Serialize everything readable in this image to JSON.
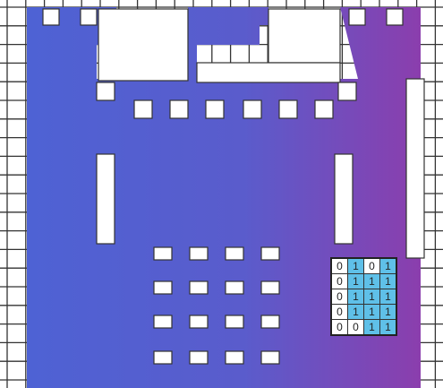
{
  "scene": {
    "subject": "castle-pixel-art",
    "colors": {
      "paper": "#ffffff",
      "grid_line": "#333333",
      "castle_left": "#4f60d2",
      "castle_mid": "#5a5ccc",
      "castle_right": "#8a3fae",
      "bit_on": "#5fc0e8",
      "bit_off": "#ffffff"
    }
  },
  "bit_table": {
    "rows": [
      [
        "0",
        "1",
        "0",
        "1"
      ],
      [
        "0",
        "1",
        "1",
        "1"
      ],
      [
        "0",
        "1",
        "1",
        "1"
      ],
      [
        "0",
        "1",
        "1",
        "1"
      ],
      [
        "0",
        "0",
        "1",
        "1"
      ]
    ]
  }
}
